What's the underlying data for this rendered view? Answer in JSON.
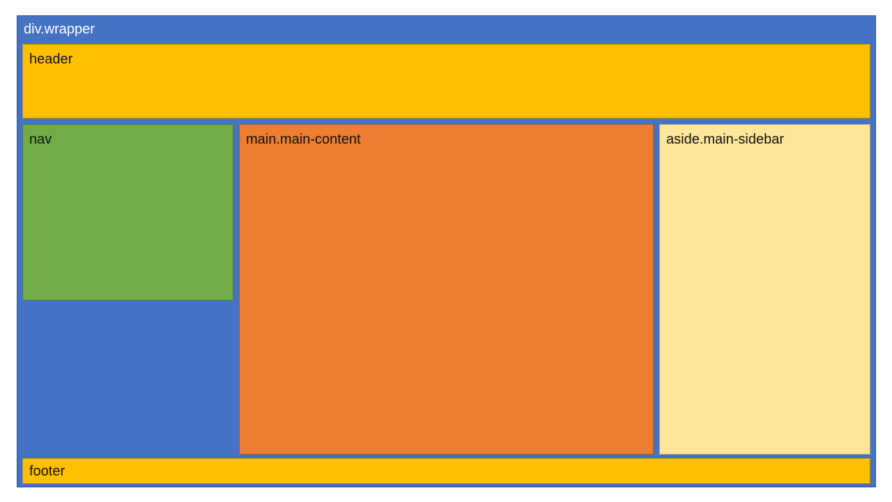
{
  "labels": {
    "wrapper": "div.wrapper",
    "header": "header",
    "nav": "nav",
    "main": "main.main-content",
    "aside": "aside.main-sidebar",
    "footer": "footer"
  },
  "colors": {
    "wrapper": "#4472C4",
    "header": "#FFC000",
    "nav": "#70AD47",
    "main": "#ED7D31",
    "aside": "#FFE699",
    "footer": "#FFC000"
  }
}
